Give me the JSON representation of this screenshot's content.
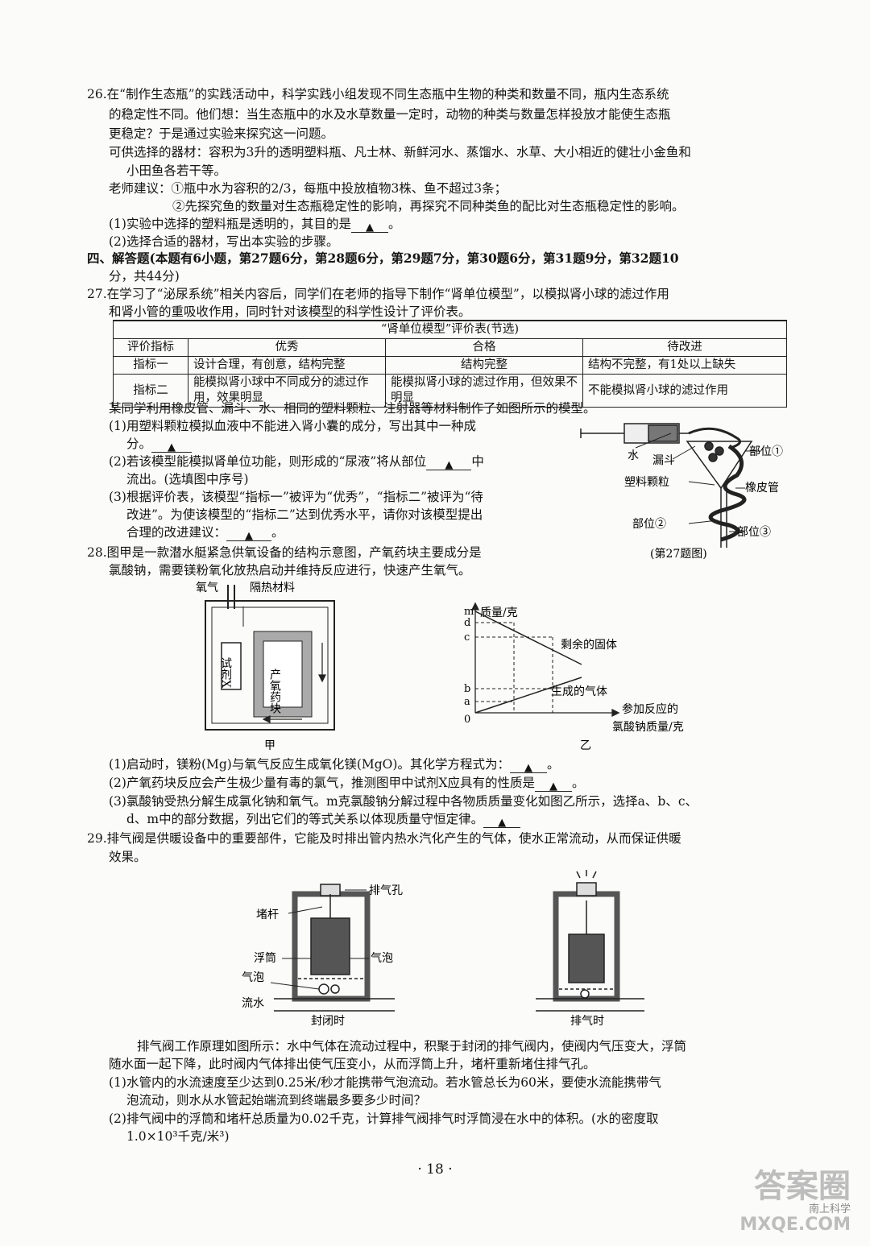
{
  "q26": {
    "l1": "26.在“制作生态瓶”的实践活动中，科学实践小组发现不同生态瓶中生物的种类和数量不同，瓶内生态系统",
    "l2": "的稳定性不同。他们想：当生态瓶中的水及水草数量一定时，动物的种类与数量怎样投放才能使生态瓶",
    "l3": "更稳定？于是通过实验来探究这一问题。",
    "l4": "可供选择的器材：容积为3升的透明塑料瓶、凡士林、新鲜河水、蒸馏水、水草、大小相近的健壮小金鱼和",
    "l5": "小田鱼各若干等。",
    "l6": "老师建议：①瓶中水为容积的2/3，每瓶中投放植物3株、鱼不超过3条；",
    "l7": "②先探究鱼的数量对生态瓶稳定性的影响，再探究不同种类鱼的配比对生态瓶稳定性的影响。",
    "l8a": "(1)实验中选择的塑料瓶是透明的，其目的是",
    "l8b": "。",
    "l9": "(2)选择合适的器材，写出本实验的步骤。"
  },
  "sec4": {
    "l1": "四、解答题(本题有6小题，第27题6分，第28题6分，第29题7分，第30题6分，第31题9分，第32题10",
    "l2": "分，共44分)"
  },
  "q27": {
    "l1": "27.在学习了“泌尿系统”相关内容后，同学们在老师的指导下制作“肾单位模型”，以模拟肾小球的滤过作用",
    "l2": "和肾小管的重吸收作用，同时针对该模型的科学性设计了评价表。",
    "table": {
      "caption": "“肾单位模型”评价表(节选)",
      "headers": [
        "评价指标",
        "优秀",
        "合格",
        "待改进"
      ],
      "rows": [
        [
          "指标一",
          "设计合理，有创意，结构完整",
          "结构完整",
          "结构不完整，有1处以上缺失"
        ],
        [
          "指标二",
          "能模拟肾小球中不同成分的滤过作用，效果明显",
          "能模拟肾小球的滤过作用，但效果不明显",
          "不能模拟肾小球的滤过作用"
        ]
      ]
    },
    "l3": "某同学利用橡皮管、漏斗、水、相同的塑料颗粒、注射器等材料制作了如图所示的模型。",
    "p1a": "(1)用塑料颗粒模拟血液中不能进入肾小囊的成分，写出其中一种成",
    "p1b": "分。",
    "p2a": "(2)若该模型能模拟肾单位功能，则形成的“尿液”将从部位",
    "p2b": "中",
    "p2c": "流出。(选填图中序号)",
    "p3a": "(3)根据评价表，该模型“指标一”被评为“优秀”，“指标二”被评为“待",
    "p3b": "改进”。为使该模型的“指标二”达到优秀水平，请你对该模型提出",
    "p3c": "合理的改进建议：",
    "p3d": "。",
    "fig": {
      "water": "水",
      "funnel": "漏斗",
      "particles": "塑料颗粒",
      "tube": "橡皮管",
      "part1": "部位①",
      "part2": "部位②",
      "part3": "部位③",
      "caption": "(第27题图)"
    }
  },
  "q28": {
    "l1": "28.图甲是一款潜水艇紧急供氧设备的结构示意图，产氧药块主要成分是",
    "l2": "氯酸钠，需要镁粉氧化放热启动并维持反应进行，快速产生氧气。",
    "figA": {
      "oxygen": "氧气",
      "insulation": "隔热材料",
      "reagent": "试剂X",
      "block": "产氧药块",
      "caption": "甲"
    },
    "figB": {
      "ylabel": "质量/克",
      "xlabel1": "参加反应的",
      "xlabel2": "氯酸钠质量/克",
      "ticks": [
        "m",
        "d",
        "c",
        "b",
        "a",
        "0"
      ],
      "solid": "剩余的固体",
      "gas": "生成的气体",
      "caption": "乙"
    },
    "p1": "(1)启动时，镁粉(Mg)与氧气反应生成氧化镁(MgO)。其化学方程式为：",
    "p2": "(2)产氧药块反应会产生极少量有毒的氯气，推测图甲中试剂X应具有的性质是",
    "p3a": "(3)氯酸钠受热分解生成氯化钠和氧气。m克氯酸钠分解过程中各物质质量变化如图乙所示，选择a、b、c、",
    "p3b": "d、m中的部分数据，列出它们的等式关系以体现质量守恒定律。"
  },
  "q29": {
    "l1": "29.排气阀是供暖设备中的重要部件，它能及时排出管内热水汽化产生的气体，使水正常流动，从而保证供暖",
    "l2": "效果。",
    "fig": {
      "vent": "排气孔",
      "plug": "堵杆",
      "float": "浮筒",
      "bubble": "气泡",
      "bubble2": "气泡",
      "flow": "流水",
      "closed": "封闭时",
      "venting": "排气时"
    },
    "t1": "排气阀工作原理如图所示：水中气体在流动过程中，积聚于封闭的排气阀内，使阀内气压变大，浮筒",
    "t2": "随水面一起下降，此时阀内气体排出使气压变小，从而浮筒上升，堵杆重新堵住排气孔。",
    "p1a": "(1)水管内的水流速度至少达到0.25米/秒才能携带气泡流动。若水管总长为60米，要使水流能携带气",
    "p1b": "泡流动，则水从水管起始端流到终端最多要多少时间？",
    "p2a": "(2)排气阀中的浮筒和堵杆总质量为0.02千克，计算排气阀排气时浮筒浸在水中的体积。(水的密度取",
    "p2b": "1.0×10³千克/米³)"
  },
  "answer_mark": "▲",
  "page_number": "· 18 ·",
  "watermark": {
    "line1": "答案圈",
    "line2": "MXQE.COM",
    "line3": "南上科学"
  }
}
